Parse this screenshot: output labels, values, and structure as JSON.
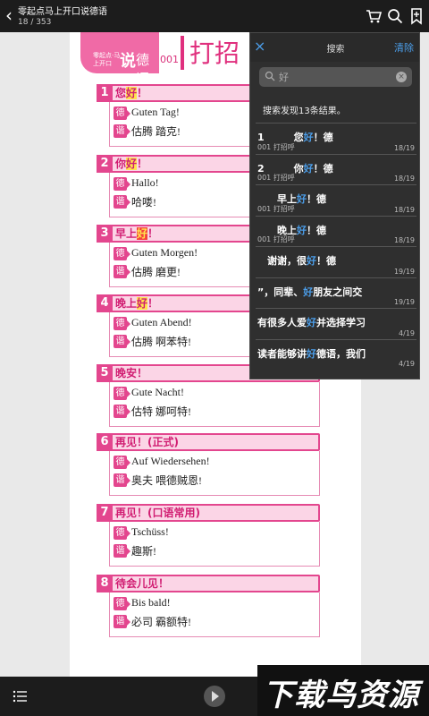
{
  "topbar": {
    "book_title": "零起点马上开口说德语",
    "page_count": "18 / 353",
    "icons": [
      "back-icon",
      "cart-icon",
      "search-icon",
      "bookmark-icon"
    ]
  },
  "header": {
    "subtitle": "零起点·马上开口",
    "say": "说",
    "lang": "德语",
    "lesson_num": "001",
    "title": "打招"
  },
  "entries": [
    {
      "num": "1",
      "pre": "您",
      "hl": "好",
      "post": "！",
      "de_tag": "德",
      "de": "Guten Tag!",
      "pr_tag": "谐",
      "pr": "估腾 踏克!"
    },
    {
      "num": "2",
      "pre": "你",
      "hl": "好",
      "post": "！",
      "de_tag": "德",
      "de": "Hallo!",
      "pr_tag": "谐",
      "pr": "哈喽!"
    },
    {
      "num": "3",
      "pre": "早上",
      "hl": "好",
      "post": "！",
      "de_tag": "德",
      "de": "Guten Morgen!",
      "pr_tag": "谐",
      "pr": "估腾 磨更!"
    },
    {
      "num": "4",
      "pre": "晚上",
      "hl": "好",
      "post": "！",
      "de_tag": "德",
      "de": "Guten Abend!",
      "pr_tag": "谐",
      "pr": "估腾 啊苯特!"
    },
    {
      "num": "5",
      "pre": "晚安！",
      "hl": "",
      "post": "",
      "de_tag": "德",
      "de": "Gute Nacht!",
      "pr_tag": "谐",
      "pr": "估特 娜呵特!"
    },
    {
      "num": "6",
      "pre": "再见！(正式)",
      "hl": "",
      "post": "",
      "de_tag": "德",
      "de": "Auf Wiedersehen!",
      "pr_tag": "谐",
      "pr": "奥夫 喂德贼恩!"
    },
    {
      "num": "7",
      "pre": "再见！(口语常用)",
      "hl": "",
      "post": "",
      "de_tag": "德",
      "de": "Tschüss!",
      "pr_tag": "谐",
      "pr": "趣斯!"
    },
    {
      "num": "8",
      "pre": "待会儿见！",
      "hl": "",
      "post": "",
      "de_tag": "德",
      "de": "Bis bald!",
      "pr_tag": "谐",
      "pr": "必司 霸额特!"
    }
  ],
  "search": {
    "close_label": "×",
    "title": "搜索",
    "clear_label": "清除",
    "value": "好",
    "result_count": "搜索发现13条结果。",
    "results": [
      {
        "pre": "1　　　您",
        "hit": "好",
        "post": "！德",
        "sub": "001 打招呼",
        "page": "18/19"
      },
      {
        "pre": "2　　　你",
        "hit": "好",
        "post": "！德",
        "sub": "001 打招呼",
        "page": "18/19"
      },
      {
        "pre": "　　早上",
        "hit": "好",
        "post": "！德",
        "sub": "001 打招呼",
        "page": "18/19"
      },
      {
        "pre": "　　晚上",
        "hit": "好",
        "post": "！德",
        "sub": "001 打招呼",
        "page": "18/19"
      },
      {
        "pre": "　谢谢，很",
        "hit": "好",
        "post": "！德",
        "sub": "",
        "page": "19/19"
      },
      {
        "pre": "”，同辈、",
        "hit": "好",
        "post": "朋友之间交",
        "sub": "",
        "page": "19/19"
      },
      {
        "pre": "有很多人爱",
        "hit": "好",
        "post": "并选择学习",
        "sub": "",
        "page": "4/19"
      },
      {
        "pre": "读者能够讲",
        "hit": "好",
        "post": "德语，我们",
        "sub": "",
        "page": "4/19"
      }
    ]
  },
  "watermark": {
    "text": "下载鸟资源"
  }
}
